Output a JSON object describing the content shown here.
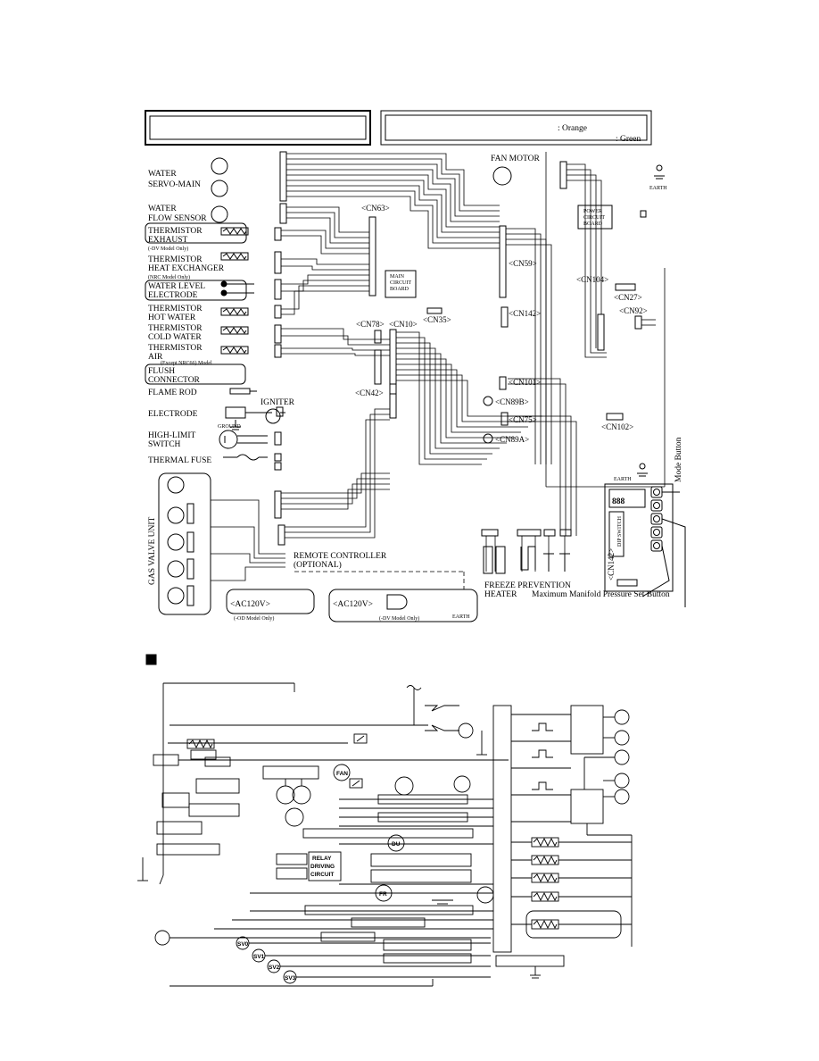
{
  "legend": {
    "line1": ": Orange",
    "line2": ": Green"
  },
  "components": [
    {
      "key": "sm",
      "text": "WATER"
    },
    {
      "key": "sm2",
      "text": "SERVO-MAIN"
    },
    {
      "key": "fs",
      "text": "WATER"
    },
    {
      "key": "fs2",
      "text": "FLOW SENSOR"
    },
    {
      "key": "te1",
      "text": "THERMISTOR"
    },
    {
      "key": "te2",
      "text": "EXHAUST"
    },
    {
      "key": "te3",
      "text": "(-DV Model Only)"
    },
    {
      "key": "th1",
      "text": "THERMISTOR"
    },
    {
      "key": "th2",
      "text": "HEAT EXCHANGER"
    },
    {
      "key": "th3",
      "text": "(NRC Model Only)"
    },
    {
      "key": "wl1",
      "text": "WATER LEVEL"
    },
    {
      "key": "wl2",
      "text": "ELECTRODE"
    },
    {
      "key": "hw1",
      "text": "THERMISTOR"
    },
    {
      "key": "hw2",
      "text": "HOT WATER"
    },
    {
      "key": "cw1",
      "text": "THERMISTOR"
    },
    {
      "key": "cw2",
      "text": "COLD WATER"
    },
    {
      "key": "ai1",
      "text": "THERMISTOR"
    },
    {
      "key": "ai2",
      "text": "AIR"
    },
    {
      "key": "fl0",
      "text": "(Except NRC66) Model"
    },
    {
      "key": "fl1",
      "text": "FLUSH"
    },
    {
      "key": "fl2",
      "text": "CONNECTOR"
    },
    {
      "key": "fr",
      "text": "FLAME ROD"
    },
    {
      "key": "el",
      "text": "ELECTRODE"
    },
    {
      "key": "ig",
      "text": "IGNITER"
    },
    {
      "key": "gr",
      "text": "GROUND"
    },
    {
      "key": "hl1",
      "text": "HIGH-LIMIT"
    },
    {
      "key": "hl2",
      "text": "SWITCH"
    },
    {
      "key": "tf",
      "text": "THERMAL FUSE"
    },
    {
      "key": "gv",
      "text": "GAS VALVE UNIT"
    },
    {
      "key": "fan",
      "text": "FAN MOTOR"
    },
    {
      "key": "earth1",
      "text": "EARTH"
    },
    {
      "key": "earth2",
      "text": "EARTH"
    },
    {
      "key": "earth3",
      "text": "EARTH"
    },
    {
      "key": "pcb1",
      "text": "POWER"
    },
    {
      "key": "pcb2",
      "text": "CIRCUIT"
    },
    {
      "key": "pcb3",
      "text": "BOARD"
    },
    {
      "key": "mcb1",
      "text": "MAIN"
    },
    {
      "key": "mcb2",
      "text": "CIRCUIT"
    },
    {
      "key": "mcb3",
      "text": "BOARD"
    },
    {
      "key": "rc1",
      "text": "REMOTE CONTROLLER"
    },
    {
      "key": "rc2",
      "text": "(OPTIONAL)"
    },
    {
      "key": "fz1",
      "text": "FREEZE PREVENTION"
    },
    {
      "key": "fz2",
      "text": "HEATER"
    },
    {
      "key": "mmp",
      "text": "Maximum Manifold Pressure Set Button"
    },
    {
      "key": "mode",
      "text": "Mode Button"
    },
    {
      "key": "dip",
      "text": "DIP SWITCH"
    },
    {
      "key": "ac1",
      "text": "<AC120V>"
    },
    {
      "key": "ac2",
      "text": "<AC120V>"
    },
    {
      "key": "od",
      "text": "(-OD Model Only)"
    },
    {
      "key": "dv",
      "text": "(-DV Model Only)"
    }
  ],
  "connectors": {
    "cn63": "<CN63>",
    "cn59": "<CN59>",
    "cn142a": "<CN142>",
    "cn142b": "<CN142>",
    "cn35": "<CN35>",
    "cn78": "<CN78>",
    "cn10": "<CN10>",
    "cn42": "<CN42>",
    "cn101": "<CN101>",
    "cn89b": "<CN89B>",
    "cn75": "<CN75>",
    "cn89a": "<CN89A>",
    "cn102": "<CN102>",
    "cn104": "<CN104>",
    "cn27": "<CN27>",
    "cn92": "<CN92>"
  },
  "display": {
    "digits": "888"
  },
  "lower": {
    "relay1": "RELAY",
    "relay2": "DRIVING",
    "relay3": "CIRCUIT",
    "fan": "FAN",
    "du": "DU",
    "fr": "FR",
    "sv0": "SV0",
    "sv1": "SV1",
    "sv2": "SV2",
    "sv3": "SV3"
  }
}
